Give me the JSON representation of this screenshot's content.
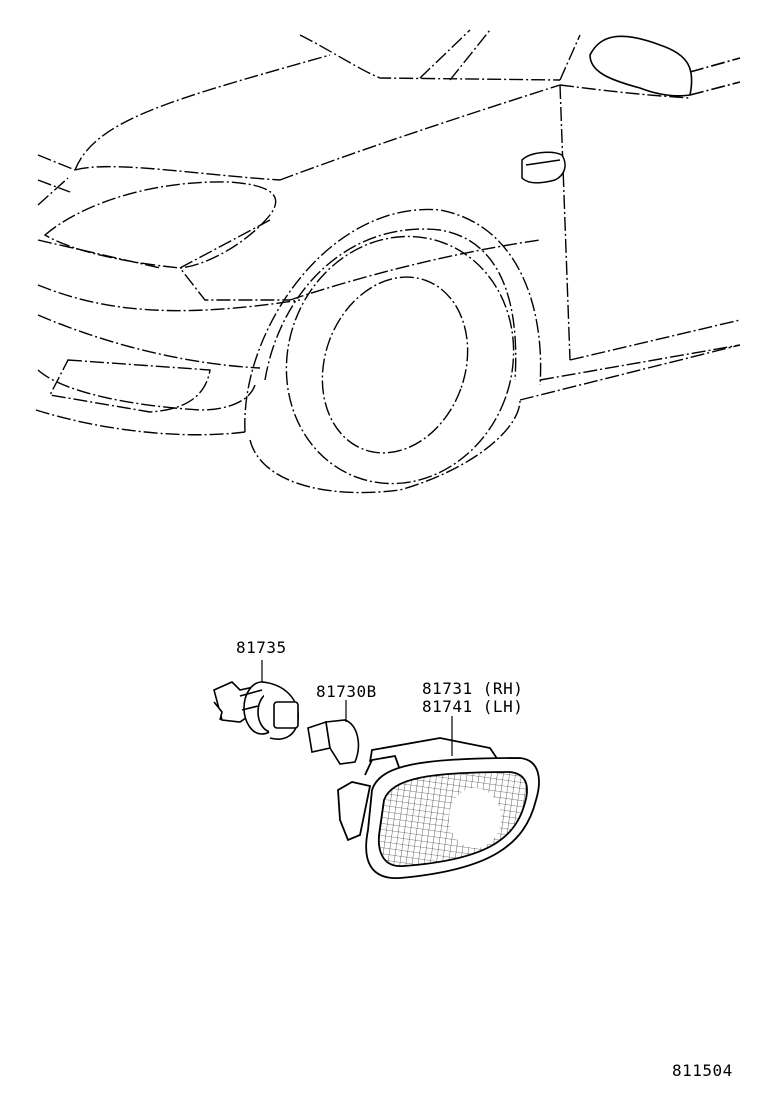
{
  "parts": {
    "socket": {
      "number": "81735"
    },
    "bulb": {
      "number": "81730B"
    },
    "lamp_rh": {
      "number": "81731 (RH)"
    },
    "lamp_lh": {
      "number": "81741 (LH)"
    }
  },
  "diagram_code": "811504",
  "colors": {
    "line": "#000000",
    "background": "#ffffff"
  }
}
